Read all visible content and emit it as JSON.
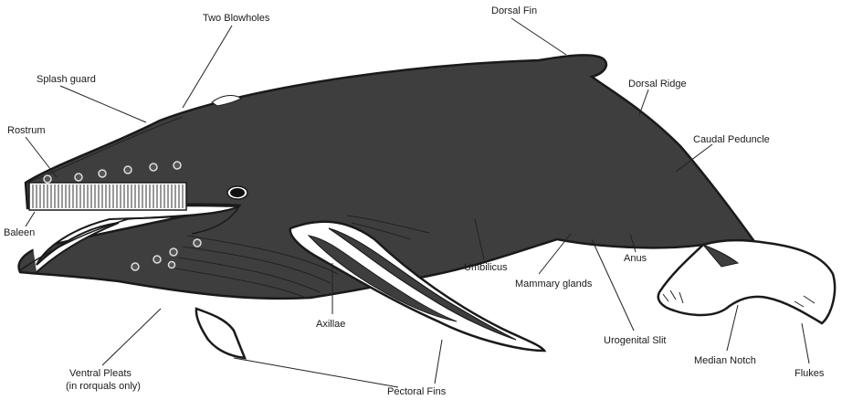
{
  "colors": {
    "body": "#3e3e3e",
    "outline": "#1a1a1a",
    "belly": "#ffffff",
    "label": "#1a1a1a"
  },
  "labels": {
    "two_blowholes": "Two Blowholes",
    "dorsal_fin": "Dorsal Fin",
    "splash_guard": "Splash guard",
    "dorsal_ridge": "Dorsal Ridge",
    "rostrum": "Rostrum",
    "caudal_peduncle": "Caudal Peduncle",
    "baleen": "Baleen",
    "umbilicus": "Umbilicus",
    "anus": "Anus",
    "mammary_glands": "Mammary glands",
    "axillae": "Axillae",
    "urogenital_slit": "Urogenital Slit",
    "median_notch": "Median Notch",
    "flukes": "Flukes",
    "ventral_pleats_line1": "Ventral Pleats",
    "ventral_pleats_line2": "(in rorquals only)",
    "pectoral_fins": "Pectoral Fins"
  }
}
